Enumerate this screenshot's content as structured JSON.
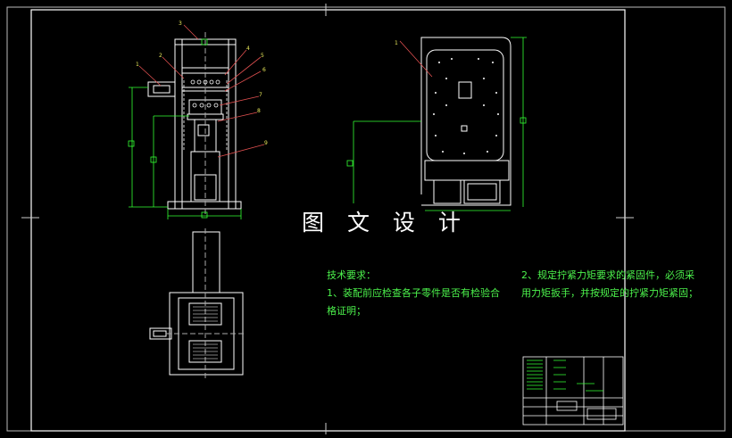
{
  "title": "图 文 设 计",
  "technical_requirements": {
    "heading": "技术要求：",
    "item1_line1": "1、装配前应检查各子零件是否有检验合",
    "item1_line2": "格证明；",
    "item2_line1": "2、规定拧紧力矩要求的紧固件，必须采",
    "item2_line2": "用力矩扳手，并按规定的拧紧力矩紧固；"
  },
  "balloon_numbers": [
    "1",
    "2",
    "3",
    "4",
    "5",
    "6",
    "7",
    "8",
    "9"
  ],
  "view2_balloon": "1",
  "colors": {
    "background": "#000000",
    "outline": "#ffffff",
    "dimension": "#33ff33",
    "leader": "#e05050",
    "text": "#4cf24c",
    "title": "#ffffff"
  }
}
